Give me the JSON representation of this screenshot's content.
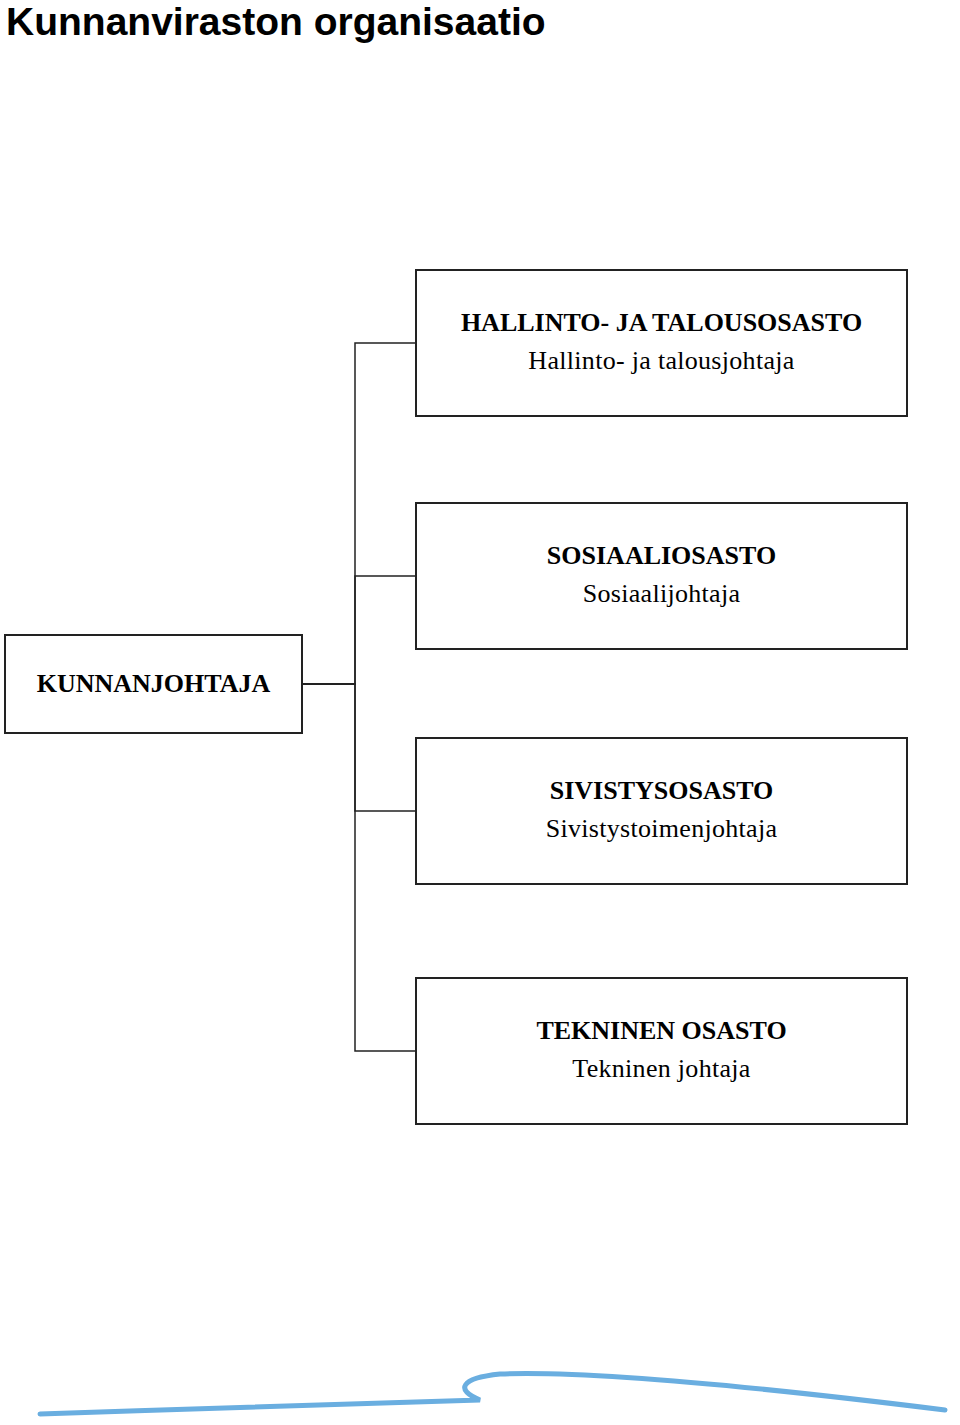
{
  "diagram": {
    "title": "Kunnanviraston organisaatio",
    "nodes": [
      {
        "text": [
          "HALLINTO- JA TALOUSOSASTO",
          "Hallinto- ja talousjohtaja"
        ]
      },
      {
        "text": [
          "SOSIAALIOSASTO",
          "Sosiaalijohtaja"
        ]
      },
      {
        "text": [
          "KUNNANJOHTAJA"
        ]
      },
      {
        "text": [
          "SIVISTYSOSASTO",
          "Sivistystoimenjohtaja"
        ]
      },
      {
        "text": [
          "TEKNINEN OSASTO",
          "Tekninen johtaja"
        ]
      }
    ],
    "edges": [
      {
        "from": 2,
        "to": 0,
        "arrow": "none"
      },
      {
        "from": 2,
        "to": 1,
        "arrow": "none"
      },
      {
        "from": 2,
        "to": 3,
        "arrow": "none"
      },
      {
        "from": 2,
        "to": 4,
        "arrow": "none"
      }
    ]
  }
}
